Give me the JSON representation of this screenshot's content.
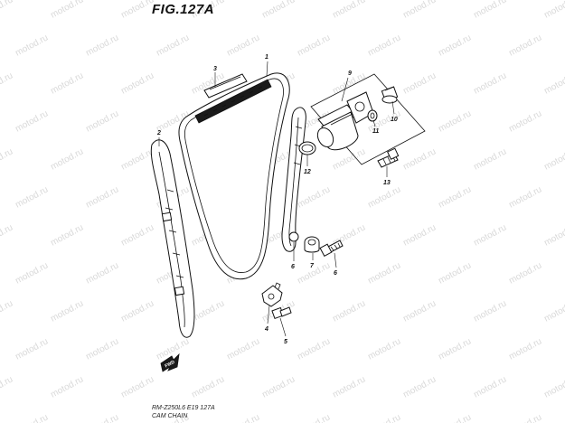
{
  "figure": {
    "title": "FIG.127A",
    "caption_line1": "RM-Z250L6 E19 127A",
    "caption_line2": "CAM CHAIN",
    "watermark": "motod.ru",
    "forward_arrow": "FWD"
  },
  "callouts": [
    {
      "id": "1",
      "label": "1"
    },
    {
      "id": "2",
      "label": "2"
    },
    {
      "id": "3",
      "label": "3"
    },
    {
      "id": "4",
      "label": "4"
    },
    {
      "id": "5",
      "label": "5"
    },
    {
      "id": "6a",
      "label": "6"
    },
    {
      "id": "6b",
      "label": "6"
    },
    {
      "id": "7",
      "label": "7"
    },
    {
      "id": "9",
      "label": "9"
    },
    {
      "id": "10",
      "label": "10"
    },
    {
      "id": "11",
      "label": "11"
    },
    {
      "id": "12",
      "label": "12"
    },
    {
      "id": "13",
      "label": "13"
    }
  ],
  "colors": {
    "line": "#111111",
    "background": "#ffffff",
    "watermark": "#d9d9d9"
  }
}
